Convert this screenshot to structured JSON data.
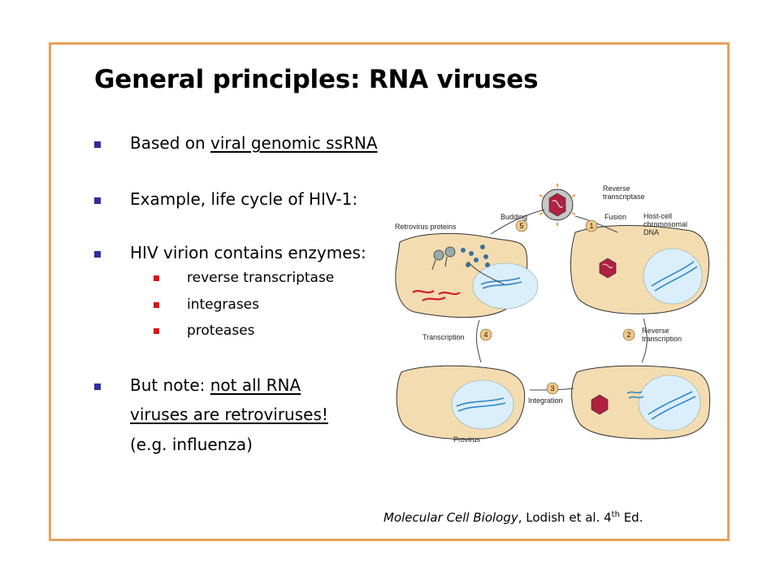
{
  "slide": {
    "title": "General principles:  RNA viruses",
    "bullets": {
      "b1_prefix": "Based on ",
      "b1_link": "viral genomic ssRNA",
      "b2": "Example, life cycle of HIV-1:",
      "b3": "HIV virion contains enzymes:",
      "sub1": "reverse transcriptase",
      "sub2": "integrases",
      "sub3": "proteases",
      "b4_prefix": "But note:  ",
      "b4_link1": "not all RNA",
      "b4_link2": "viruses are retroviruses!",
      "b4_tail": "(e.g. influenza)"
    },
    "citation": {
      "book": "Molecular Cell Biology",
      "rest": ",  Lodish et al. 4",
      "sup": "th",
      "end": " Ed."
    }
  },
  "figure": {
    "labels": {
      "reverse_transcriptase": "Reverse",
      "reverse_transcriptase2": "transcriptase",
      "budding": "Budding",
      "fusion": "Fusion",
      "retrovirus_proteins": "Retrovirus proteins",
      "host_cell": "Host-cell",
      "chromosomal": "chromosomal",
      "dna": "DNA",
      "transcription": "Transcription",
      "reverse": "Reverse",
      "transcription2": "transcription",
      "integration": "Integration",
      "provirus": "Provirus"
    },
    "steps": [
      "1",
      "2",
      "3",
      "4",
      "5"
    ],
    "colors": {
      "cell": "#f3dcb0",
      "cell_outline": "#333333",
      "nucleus": "#dbeefb",
      "dna": "#2f86c9",
      "rna": "#d0202a",
      "virion": "#b02040",
      "protein": "#3d6f9a",
      "step_circle": "#f1c783"
    }
  }
}
